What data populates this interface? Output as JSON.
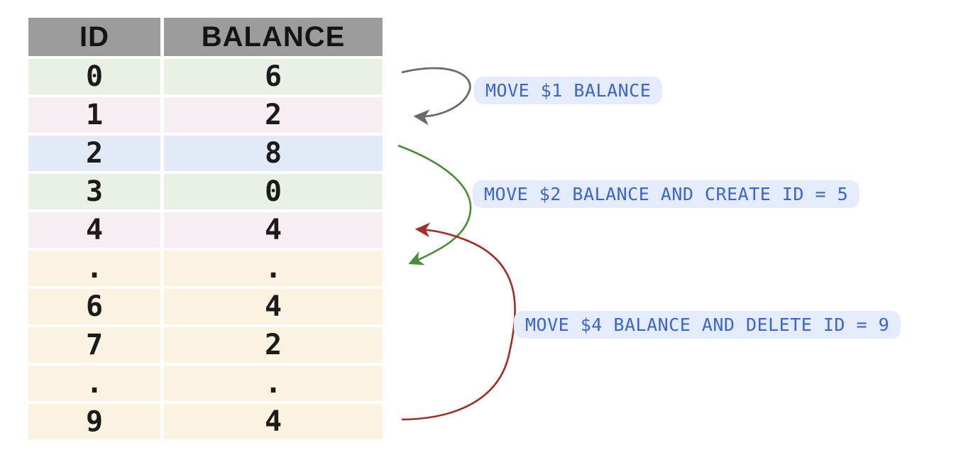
{
  "table": {
    "headers": [
      "ID",
      "BALANCE"
    ],
    "rows": [
      {
        "id": "0",
        "balance": "6",
        "color": "green"
      },
      {
        "id": "1",
        "balance": "2",
        "color": "pink"
      },
      {
        "id": "2",
        "balance": "8",
        "color": "blue"
      },
      {
        "id": "3",
        "balance": "0",
        "color": "green"
      },
      {
        "id": "4",
        "balance": "4",
        "color": "pink"
      },
      {
        "id": ".",
        "balance": ".",
        "color": "cream"
      },
      {
        "id": "6",
        "balance": "4",
        "color": "cream"
      },
      {
        "id": "7",
        "balance": "2",
        "color": "cream"
      },
      {
        "id": ".",
        "balance": ".",
        "color": "cream"
      },
      {
        "id": "9",
        "balance": "4",
        "color": "cream"
      }
    ]
  },
  "annotations": [
    {
      "label": "MOVE $1 BALANCE",
      "arrow": "gray",
      "from_id": "0",
      "to_id": "1"
    },
    {
      "label": "MOVE $2 BALANCE AND CREATE ID = 5",
      "arrow": "green",
      "from_id": "2",
      "to_id": "5"
    },
    {
      "label": "MOVE $4 BALANCE AND DELETE ID = 9",
      "arrow": "red",
      "from_id": "9",
      "to_id": "4"
    }
  ],
  "colors": {
    "header_bg": "#9c9c9c",
    "row_green": "#e9f1e7",
    "row_pink": "#f6eef3",
    "row_blue": "#e2eaf8",
    "row_cream": "#fcf2e2",
    "pill_bg": "#e4ecfb",
    "pill_text": "#3b64cf",
    "arrow_gray": "#6a6a6a",
    "arrow_green": "#4a8b3c",
    "arrow_red": "#a22d25"
  }
}
